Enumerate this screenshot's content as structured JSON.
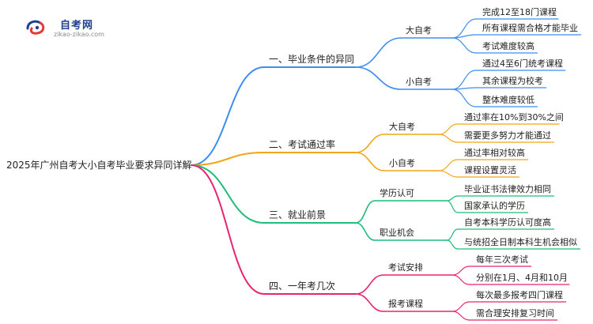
{
  "logo": {
    "title": "自考网",
    "url": "zikao-zikao.com"
  },
  "root": "2025年广州自考大小自考毕业要求异同详解",
  "colors": {
    "blue": "#3d8ef0",
    "orange": "#f2a516",
    "green": "#1fbc7a",
    "pink": "#e8246f",
    "root_line": "#c9c9c9"
  },
  "branches": [
    {
      "label": "一、毕业条件的异同",
      "color": "blue",
      "children": [
        {
          "label": "大自考",
          "leaves": [
            "完成12至18门课程",
            "所有课程需合格才能毕业",
            "考试难度较高"
          ]
        },
        {
          "label": "小自考",
          "leaves": [
            "通过4至6门统考课程",
            "其余课程为校考",
            "整体难度较低"
          ]
        }
      ]
    },
    {
      "label": "二、考试通过率",
      "color": "orange",
      "children": [
        {
          "label": "大自考",
          "leaves": [
            "通过率在10%到30%之间",
            "需要更多努力才能通过"
          ]
        },
        {
          "label": "小自考",
          "leaves": [
            "通过率相对较高",
            "课程设置灵活"
          ]
        }
      ]
    },
    {
      "label": "三、就业前景",
      "color": "green",
      "children": [
        {
          "label": "学历认可",
          "leaves": [
            "毕业证书法律效力相同",
            "国家承认的学历"
          ]
        },
        {
          "label": "职业机会",
          "leaves": [
            "自考本科学历认可度高",
            "与统招全日制本科生机会相似"
          ]
        }
      ]
    },
    {
      "label": "四、一年考几次",
      "color": "pink",
      "children": [
        {
          "label": "考试安排",
          "leaves": [
            "每年三次考试",
            "分别在1月、4月和10月"
          ]
        },
        {
          "label": "报考课程",
          "leaves": [
            "每次最多报考四门课程",
            "需合理安排复习时间"
          ]
        }
      ]
    }
  ]
}
